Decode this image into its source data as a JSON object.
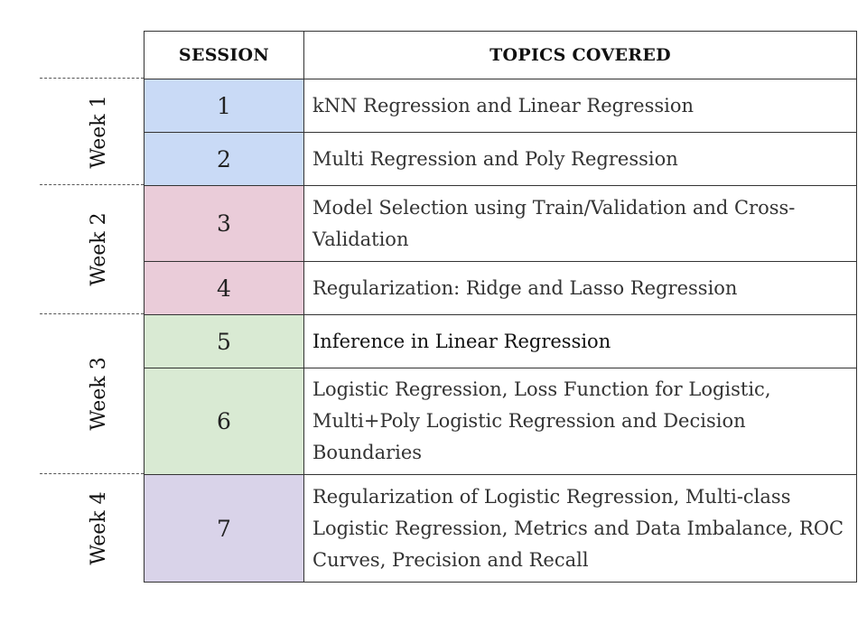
{
  "header": {
    "session": "SESSION",
    "topics": "TOPICS COVERED"
  },
  "colors": {
    "week1": "#c9daf6",
    "week2": "#eaccd9",
    "week3": "#d9ead3",
    "week4": "#d9d3e9"
  },
  "weeks": [
    {
      "label": "Week 1"
    },
    {
      "label": "Week 2"
    },
    {
      "label": "Week 3"
    },
    {
      "label": "Week 4"
    }
  ],
  "sessions": [
    {
      "number": "1",
      "topic": "kNN Regression and Linear Regression"
    },
    {
      "number": "2",
      "topic": "Multi Regression and Poly Regression"
    },
    {
      "number": "3",
      "topic": "Model Selection using Train/Validation and Cross-Validation"
    },
    {
      "number": "4",
      "topic": "Regularization: Ridge and Lasso Regression"
    },
    {
      "number": "5",
      "topic": "Inference in Linear Regression"
    },
    {
      "number": "6",
      "topic": "Logistic Regression, Loss Function for Logistic, Multi+Poly Logistic Regression and Decision Boundaries"
    },
    {
      "number": "7",
      "topic": "Regularization of Logistic Regression, Multi-class Logistic Regression, Metrics and Data Imbalance, ROC Curves, Precision and Recall"
    }
  ]
}
